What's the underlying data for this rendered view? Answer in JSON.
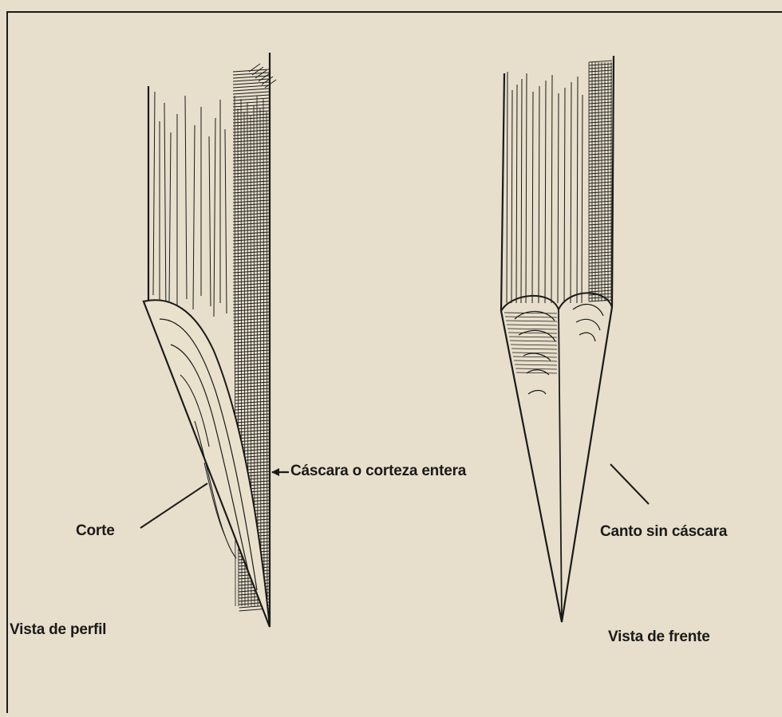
{
  "colors": {
    "paper": "#e7dfcb",
    "ink": "#1a1a1a"
  },
  "labels": {
    "bark": "Cáscara o corteza entera",
    "cut": "Corte",
    "edge_no_bark": "Canto sin cáscara",
    "side_view": "Vista de perfil",
    "front_view": "Vista de frente"
  }
}
